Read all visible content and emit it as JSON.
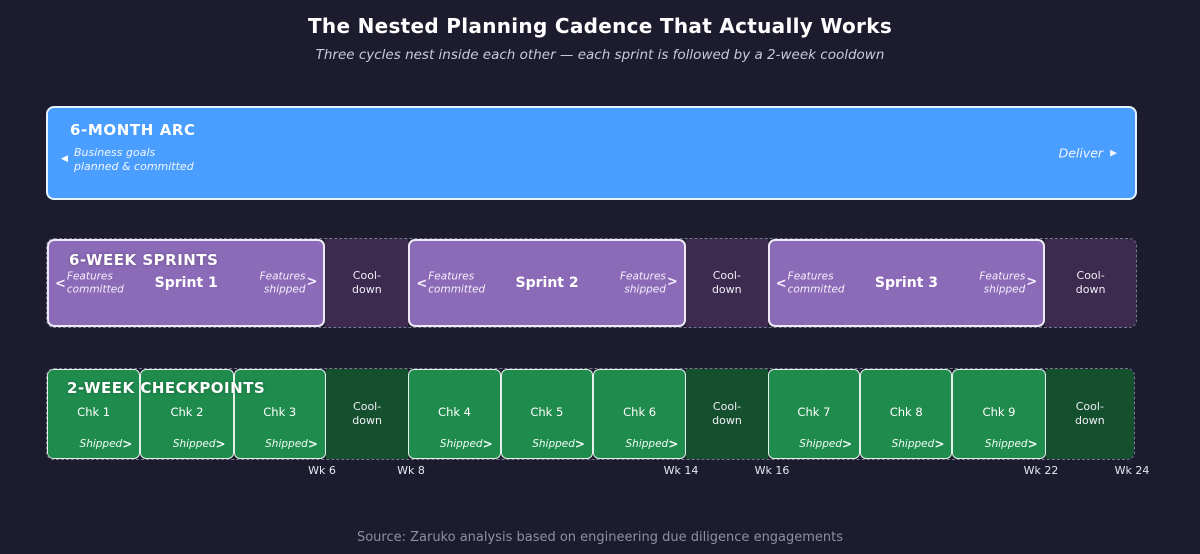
{
  "header": {
    "title": "The Nested Planning Cadence That Actually Works",
    "subtitle": "Three cycles nest inside each other — each sprint is followed by a 2-week cooldown"
  },
  "arc": {
    "label": "6-MONTH ARC",
    "left_note": "Business goals\nplanned & committed",
    "left_arrow": "◀",
    "deliver_label": "Deliver",
    "right_arrow": "▶"
  },
  "sprint_row": {
    "label": "6-WEEK SPRINTS",
    "committed_label": "Features\ncommitted",
    "shipped_label": "Features\nshipped",
    "left_arrow": "<",
    "right_arrow": ">",
    "cooldown_label": "Cool-down",
    "sprints": [
      {
        "name": "Sprint 1"
      },
      {
        "name": "Sprint 2"
      },
      {
        "name": "Sprint 3"
      }
    ]
  },
  "checkpoint_row": {
    "label": "2-WEEK CHECKPOINTS",
    "shipped_label": "Shipped",
    "arrow": ">",
    "cooldown_label": "Cool-down",
    "checkpoints": [
      {
        "name": "Chk 1"
      },
      {
        "name": "Chk 2"
      },
      {
        "name": "Chk 3"
      },
      {
        "name": "Chk 4"
      },
      {
        "name": "Chk 5"
      },
      {
        "name": "Chk 6"
      },
      {
        "name": "Chk 7"
      },
      {
        "name": "Chk 8"
      },
      {
        "name": "Chk 9"
      }
    ]
  },
  "timeline": {
    "week_labels": [
      {
        "text": "Wk 6"
      },
      {
        "text": "Wk 8"
      },
      {
        "text": "Wk 14"
      },
      {
        "text": "Wk 16"
      },
      {
        "text": "Wk 22"
      },
      {
        "text": "Wk 24"
      }
    ]
  },
  "footer": {
    "source": "Source: Zaruko analysis based on engineering due diligence engagements"
  },
  "colors": {
    "background": "#1c1c2e",
    "arc": "#4a9eff",
    "sprint": "#8b6bb7",
    "sprint-cooldown": "#3c2b4f",
    "checkpoint": "#1f8b4d",
    "checkpoint-cooldown": "#14502d"
  }
}
